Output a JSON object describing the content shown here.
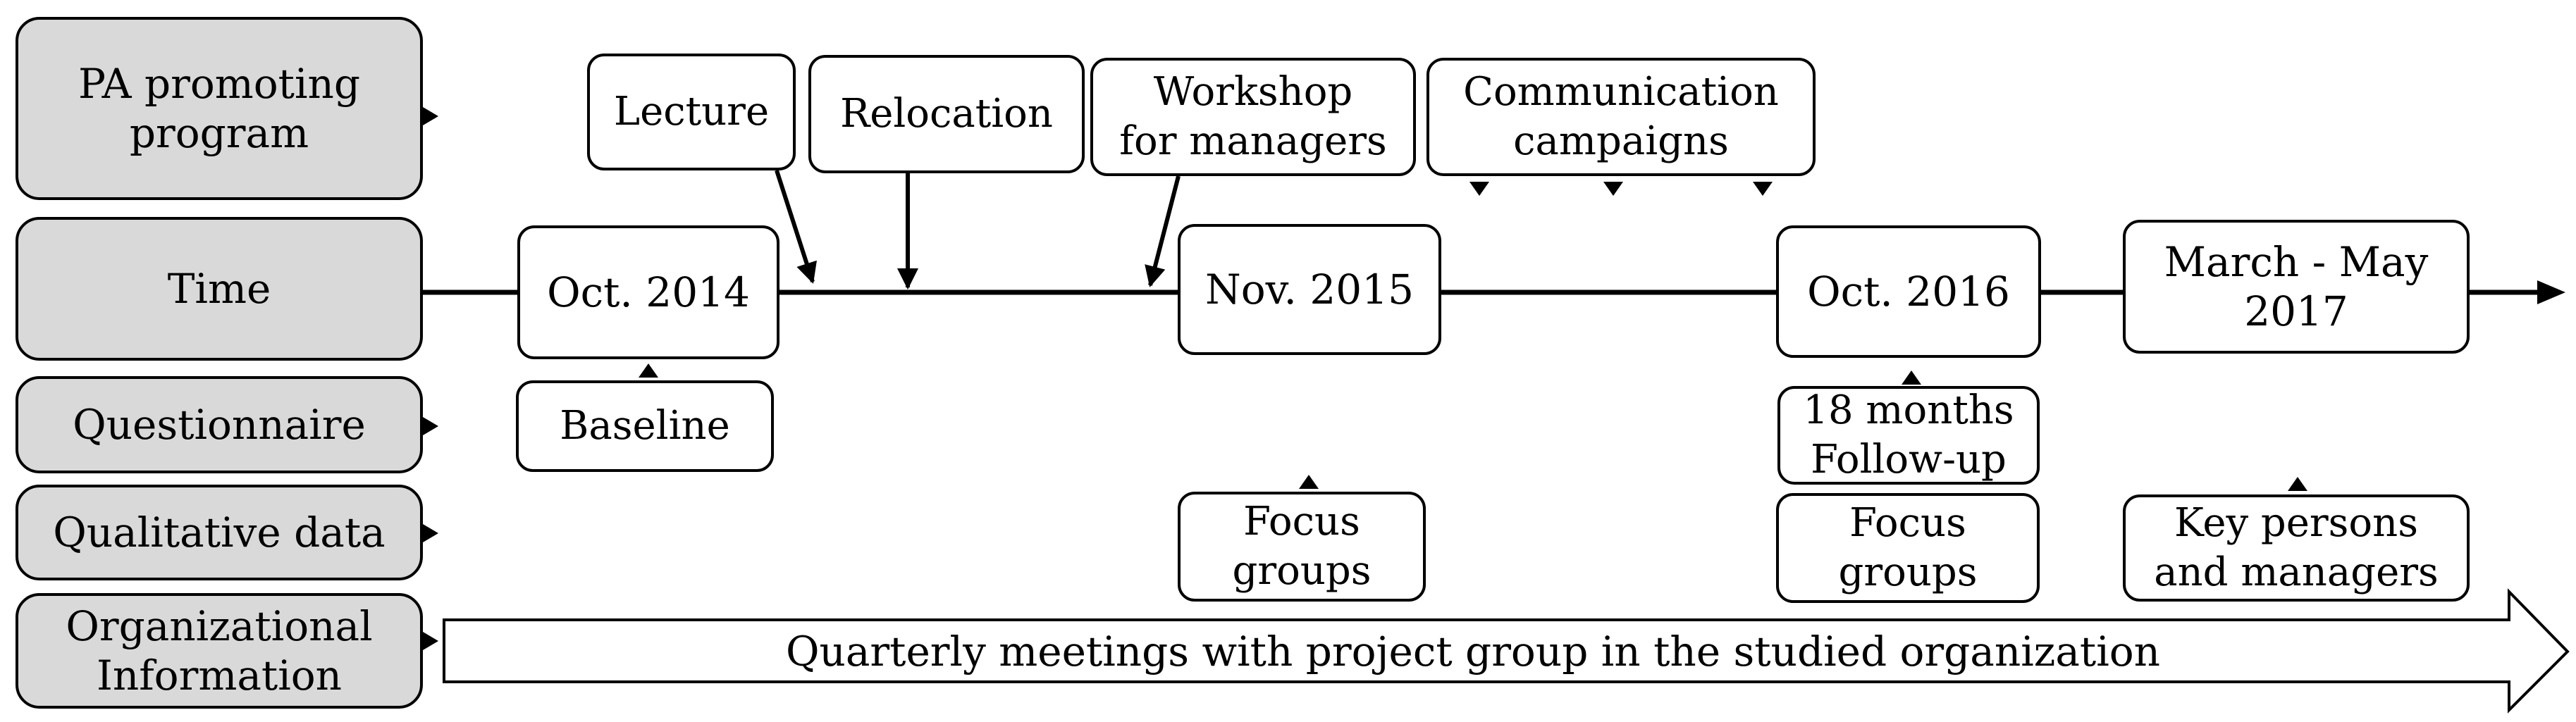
{
  "rows": {
    "program": "PA promoting\nprogram",
    "time": "Time",
    "questionnaire": "Questionnaire",
    "qualitative": "Qualitative data",
    "organizational": "Organizational\nInformation"
  },
  "program_events": {
    "lecture": "Lecture",
    "relocation": "Relocation",
    "workshop": "Workshop\nfor managers",
    "communication": "Communication\ncampaigns"
  },
  "timepoints": {
    "oct2014": "Oct. 2014",
    "nov2015": "Nov. 2015",
    "oct2016": "Oct. 2016",
    "march_may_2017": "March - May\n2017"
  },
  "questionnaire": {
    "baseline": "Baseline",
    "followup": "18 months\nFollow-up"
  },
  "qualitative": {
    "focus1": "Focus\ngroups",
    "focus2": "Focus\ngroups",
    "key_persons": "Key persons\nand managers"
  },
  "organizational_banner": "Quarterly meetings with project group in the studied organization"
}
